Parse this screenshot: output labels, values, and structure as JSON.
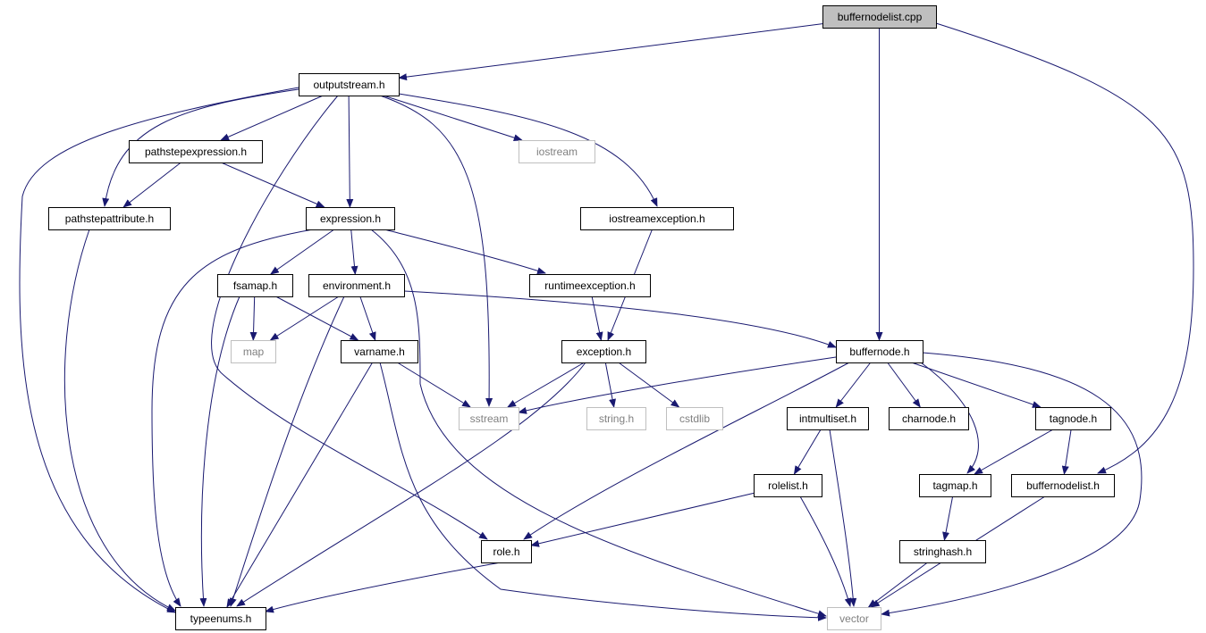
{
  "nodes": [
    {
      "id": "buffernodelist_cpp",
      "label": "buffernodelist.cpp",
      "style": "root"
    },
    {
      "id": "outputstream_h",
      "label": "outputstream.h",
      "style": "normal"
    },
    {
      "id": "pathstepexpression_h",
      "label": "pathstepexpression.h",
      "style": "normal"
    },
    {
      "id": "iostream",
      "label": "iostream",
      "style": "external"
    },
    {
      "id": "pathstepattribute_h",
      "label": "pathstepattribute.h",
      "style": "normal"
    },
    {
      "id": "expression_h",
      "label": "expression.h",
      "style": "normal"
    },
    {
      "id": "iostreamexception_h",
      "label": "iostreamexception.h",
      "style": "normal"
    },
    {
      "id": "fsamap_h",
      "label": "fsamap.h",
      "style": "normal"
    },
    {
      "id": "environment_h",
      "label": "environment.h",
      "style": "normal"
    },
    {
      "id": "runtimeexception_h",
      "label": "runtimeexception.h",
      "style": "normal"
    },
    {
      "id": "map",
      "label": "map",
      "style": "external"
    },
    {
      "id": "varname_h",
      "label": "varname.h",
      "style": "normal"
    },
    {
      "id": "exception_h",
      "label": "exception.h",
      "style": "normal"
    },
    {
      "id": "buffernode_h",
      "label": "buffernode.h",
      "style": "normal"
    },
    {
      "id": "sstream",
      "label": "sstream",
      "style": "external"
    },
    {
      "id": "string_h",
      "label": "string.h",
      "style": "external"
    },
    {
      "id": "cstdlib",
      "label": "cstdlib",
      "style": "external"
    },
    {
      "id": "intmultiset_h",
      "label": "intmultiset.h",
      "style": "normal"
    },
    {
      "id": "charnode_h",
      "label": "charnode.h",
      "style": "normal"
    },
    {
      "id": "tagnode_h",
      "label": "tagnode.h",
      "style": "normal"
    },
    {
      "id": "rolelist_h",
      "label": "rolelist.h",
      "style": "normal"
    },
    {
      "id": "tagmap_h",
      "label": "tagmap.h",
      "style": "normal"
    },
    {
      "id": "buffernodelist_h",
      "label": "buffernodelist.h",
      "style": "normal"
    },
    {
      "id": "role_h",
      "label": "role.h",
      "style": "normal"
    },
    {
      "id": "stringhash_h",
      "label": "stringhash.h",
      "style": "normal"
    },
    {
      "id": "typeenums_h",
      "label": "typeenums.h",
      "style": "normal"
    },
    {
      "id": "vector",
      "label": "vector",
      "style": "external"
    }
  ],
  "edges": [
    [
      "buffernodelist_cpp",
      "outputstream_h"
    ],
    [
      "buffernodelist_cpp",
      "buffernode_h"
    ],
    [
      "buffernodelist_cpp",
      "buffernodelist_h"
    ],
    [
      "outputstream_h",
      "pathstepexpression_h"
    ],
    [
      "outputstream_h",
      "iostream"
    ],
    [
      "outputstream_h",
      "pathstepattribute_h"
    ],
    [
      "outputstream_h",
      "expression_h"
    ],
    [
      "outputstream_h",
      "iostreamexception_h"
    ],
    [
      "outputstream_h",
      "sstream"
    ],
    [
      "outputstream_h",
      "role_h"
    ],
    [
      "outputstream_h",
      "typeenums_h"
    ],
    [
      "pathstepexpression_h",
      "pathstepattribute_h"
    ],
    [
      "pathstepexpression_h",
      "expression_h"
    ],
    [
      "pathstepattribute_h",
      "typeenums_h"
    ],
    [
      "expression_h",
      "fsamap_h"
    ],
    [
      "expression_h",
      "environment_h"
    ],
    [
      "expression_h",
      "runtimeexception_h"
    ],
    [
      "expression_h",
      "typeenums_h"
    ],
    [
      "expression_h",
      "vector"
    ],
    [
      "iostreamexception_h",
      "exception_h"
    ],
    [
      "fsamap_h",
      "map"
    ],
    [
      "fsamap_h",
      "varname_h"
    ],
    [
      "fsamap_h",
      "typeenums_h"
    ],
    [
      "environment_h",
      "map"
    ],
    [
      "environment_h",
      "varname_h"
    ],
    [
      "environment_h",
      "buffernode_h"
    ],
    [
      "environment_h",
      "typeenums_h"
    ],
    [
      "runtimeexception_h",
      "exception_h"
    ],
    [
      "varname_h",
      "sstream"
    ],
    [
      "varname_h",
      "typeenums_h"
    ],
    [
      "varname_h",
      "vector"
    ],
    [
      "exception_h",
      "sstream"
    ],
    [
      "exception_h",
      "string_h"
    ],
    [
      "exception_h",
      "cstdlib"
    ],
    [
      "exception_h",
      "typeenums_h"
    ],
    [
      "buffernode_h",
      "sstream"
    ],
    [
      "buffernode_h",
      "intmultiset_h"
    ],
    [
      "buffernode_h",
      "charnode_h"
    ],
    [
      "buffernode_h",
      "tagnode_h"
    ],
    [
      "buffernode_h",
      "tagmap_h"
    ],
    [
      "buffernode_h",
      "role_h"
    ],
    [
      "buffernode_h",
      "vector"
    ],
    [
      "intmultiset_h",
      "rolelist_h"
    ],
    [
      "intmultiset_h",
      "vector"
    ],
    [
      "tagnode_h",
      "tagmap_h"
    ],
    [
      "tagnode_h",
      "buffernodelist_h"
    ],
    [
      "rolelist_h",
      "role_h"
    ],
    [
      "rolelist_h",
      "vector"
    ],
    [
      "tagmap_h",
      "stringhash_h"
    ],
    [
      "buffernodelist_h",
      "vector"
    ],
    [
      "role_h",
      "typeenums_h"
    ],
    [
      "stringhash_h",
      "vector"
    ]
  ],
  "colors": {
    "edge": "#191970",
    "node_border": "#000000",
    "external_border": "#bfbfbf",
    "external_text": "#808080",
    "root_fill": "#bfbfbf",
    "node_fill": "#ffffff"
  }
}
